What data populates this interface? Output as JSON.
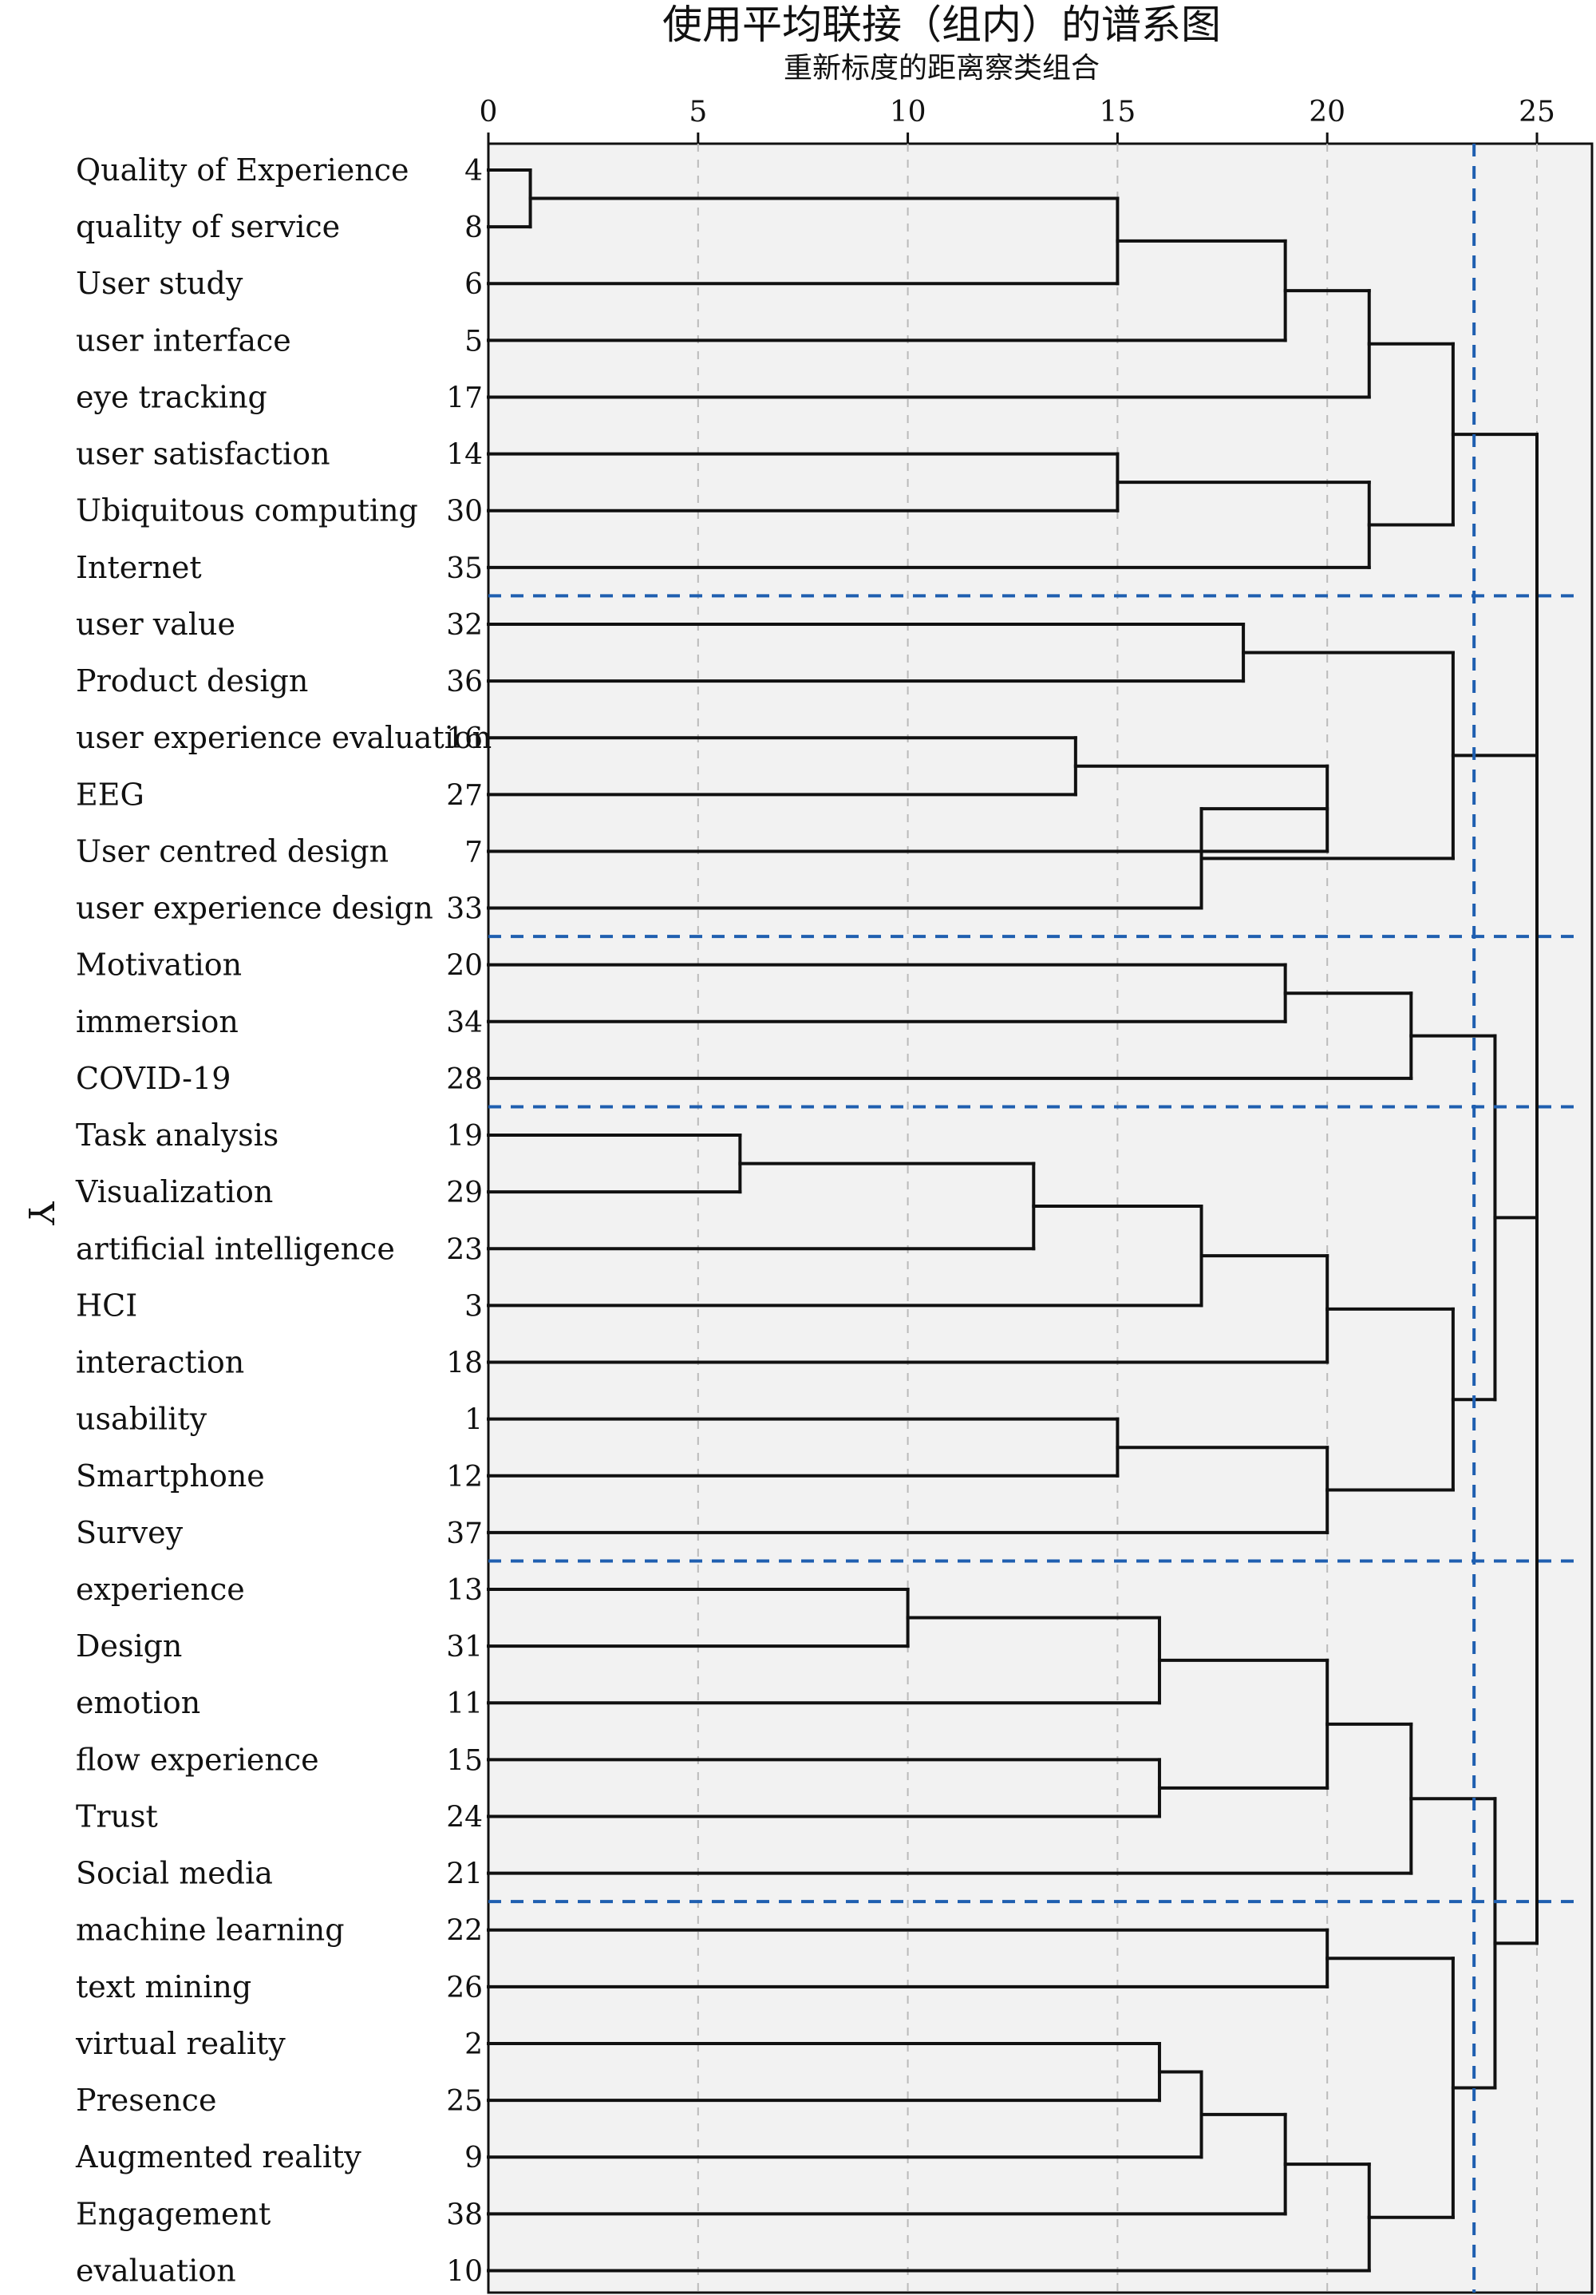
{
  "chart_data": {
    "type": "dendrogram",
    "title": "使用平均联接（组内）的谱系图",
    "subtitle": "重新标度的距离察类组合",
    "ylabel": "Y",
    "xlim": [
      0,
      25
    ],
    "xticks": [
      0,
      5,
      10,
      15,
      20,
      25
    ],
    "leaves": [
      {
        "label": "Quality of Experience",
        "id": "4"
      },
      {
        "label": "quality of service",
        "id": "8"
      },
      {
        "label": "User study",
        "id": "6"
      },
      {
        "label": "user interface",
        "id": "5"
      },
      {
        "label": "eye tracking",
        "id": "17"
      },
      {
        "label": "user satisfaction",
        "id": "14"
      },
      {
        "label": "Ubiquitous computing",
        "id": "30"
      },
      {
        "label": "Internet",
        "id": "35"
      },
      {
        "label": "user value",
        "id": "32"
      },
      {
        "label": "Product design",
        "id": "36"
      },
      {
        "label": "user experience evaluation",
        "id": "16"
      },
      {
        "label": "EEG",
        "id": "27"
      },
      {
        "label": "User centred design",
        "id": "7"
      },
      {
        "label": "user experience design",
        "id": "33"
      },
      {
        "label": "Motivation",
        "id": "20"
      },
      {
        "label": "immersion",
        "id": "34"
      },
      {
        "label": "COVID-19",
        "id": "28"
      },
      {
        "label": "Task analysis",
        "id": "19"
      },
      {
        "label": "Visualization",
        "id": "29"
      },
      {
        "label": "artificial intelligence",
        "id": "23"
      },
      {
        "label": "HCI",
        "id": "3"
      },
      {
        "label": "interaction",
        "id": "18"
      },
      {
        "label": "usability",
        "id": "1"
      },
      {
        "label": "Smartphone",
        "id": "12"
      },
      {
        "label": "Survey",
        "id": "37"
      },
      {
        "label": "experience",
        "id": "13"
      },
      {
        "label": "Design",
        "id": "31"
      },
      {
        "label": "emotion",
        "id": "11"
      },
      {
        "label": "flow experience",
        "id": "15"
      },
      {
        "label": "Trust",
        "id": "24"
      },
      {
        "label": "Social media",
        "id": "21"
      },
      {
        "label": "machine learning",
        "id": "22"
      },
      {
        "label": "text mining",
        "id": "26"
      },
      {
        "label": "virtual reality",
        "id": "2"
      },
      {
        "label": "Presence",
        "id": "25"
      },
      {
        "label": "Augmented reality",
        "id": "9"
      },
      {
        "label": "Engagement",
        "id": "38"
      },
      {
        "label": "evaluation",
        "id": "10"
      }
    ],
    "merges": [
      {
        "a": "L0",
        "b": "L1",
        "d": 1
      },
      {
        "a": "M0",
        "b": "L2",
        "d": 15
      },
      {
        "a": "M1",
        "b": "L3",
        "d": 19
      },
      {
        "a": "M2",
        "b": "L4",
        "d": 21
      },
      {
        "a": "L5",
        "b": "L6",
        "d": 15
      },
      {
        "a": "M4",
        "b": "L7",
        "d": 21
      },
      {
        "a": "M3",
        "b": "M5",
        "d": 23
      },
      {
        "a": "L8",
        "b": "L9",
        "d": 18
      },
      {
        "a": "L10",
        "b": "L11",
        "d": 14
      },
      {
        "a": "M8",
        "b": "L12",
        "d": 20
      },
      {
        "a": "M9",
        "b": "L13",
        "d": 17
      },
      {
        "a": "M7",
        "b": "M10",
        "d": 23
      },
      {
        "a": "M6",
        "b": "M11",
        "d": 25
      },
      {
        "a": "L14",
        "b": "L15",
        "d": 19
      },
      {
        "a": "M13",
        "b": "L16",
        "d": 22
      },
      {
        "a": "L17",
        "b": "L18",
        "d": 6
      },
      {
        "a": "M15",
        "b": "L19",
        "d": 13
      },
      {
        "a": "M16",
        "b": "L20",
        "d": 17
      },
      {
        "a": "M17",
        "b": "L21",
        "d": 20
      },
      {
        "a": "L22",
        "b": "L23",
        "d": 15
      },
      {
        "a": "M19",
        "b": "L24",
        "d": 20
      },
      {
        "a": "M18",
        "b": "M20",
        "d": 23
      },
      {
        "a": "M14",
        "b": "M21",
        "d": 24
      },
      {
        "a": "L25",
        "b": "L26",
        "d": 10
      },
      {
        "a": "M23",
        "b": "L27",
        "d": 16
      },
      {
        "a": "L28",
        "b": "L29",
        "d": 16
      },
      {
        "a": "M24",
        "b": "M25",
        "d": 20
      },
      {
        "a": "M26",
        "b": "L30",
        "d": 22
      },
      {
        "a": "L31",
        "b": "L32",
        "d": 20
      },
      {
        "a": "L33",
        "b": "L34",
        "d": 16
      },
      {
        "a": "M29",
        "b": "L35",
        "d": 17
      },
      {
        "a": "M30",
        "b": "L36",
        "d": 19
      },
      {
        "a": "M31",
        "b": "L37",
        "d": 21
      },
      {
        "a": "M28",
        "b": "M32",
        "d": 23
      },
      {
        "a": "M27",
        "b": "M33",
        "d": 24
      },
      {
        "a": "M22",
        "b": "M34",
        "d": 25
      },
      {
        "a": "M12",
        "b": "M35",
        "d": 25
      }
    ],
    "cut_line": 23.5,
    "cluster_separators_after_leaf": [
      7,
      13,
      16,
      24,
      30
    ],
    "colors": {
      "line": "#111111",
      "cut": "#1f5fb0",
      "plot_bg": "#f2f2f2",
      "grid": "#bbbbbb"
    }
  }
}
